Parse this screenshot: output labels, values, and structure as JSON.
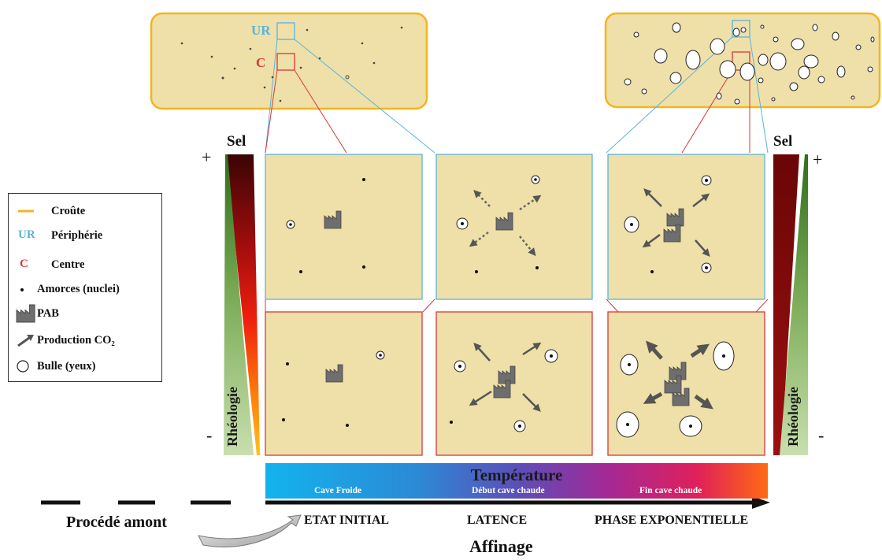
{
  "legend": {
    "items": [
      {
        "symbol": "croute-line",
        "label": "Croûte"
      },
      {
        "symbol": "ur-text",
        "prefix": "UR",
        "label": "Périphérie"
      },
      {
        "symbol": "c-text",
        "prefix": "C",
        "label": "Centre"
      },
      {
        "symbol": "nucleus-dot",
        "label": "Amorces (nuclei)"
      },
      {
        "symbol": "factory-icon",
        "label": "PAB"
      },
      {
        "symbol": "arrow-icon",
        "label": "Production CO₂"
      },
      {
        "symbol": "bubble-circle",
        "label": "Bulle (yeux)"
      }
    ]
  },
  "zones": {
    "ur": "UR",
    "c": "C"
  },
  "gradients": {
    "left_top_label": "Sel",
    "left_plus": "+",
    "left_minus": "-",
    "left_bottom_label": "Rhéologie",
    "right_top_label": "Sel",
    "right_plus": "+",
    "right_minus": "-",
    "right_bottom_label": "Rhéologie"
  },
  "temperature": {
    "title": "Température",
    "phases": [
      "Cave Froide",
      "Début cave chaude",
      "Fin cave chaude"
    ]
  },
  "stages": [
    "ETAT INITIAL",
    "LATENCE",
    "PHASE EXPONENTIELLE"
  ],
  "process": {
    "upstream_label": "Procédé amont",
    "main_label": "Affinage"
  },
  "colors": {
    "cheese_fill": "#efdfa8",
    "crust": "#f2b51f",
    "periphery": "#5ab4dc",
    "center": "#d9363e",
    "salt_dark": "#5a0a0a",
    "rheology_green": "#3d7a1f",
    "icon_gray": "#6e6e6e"
  }
}
